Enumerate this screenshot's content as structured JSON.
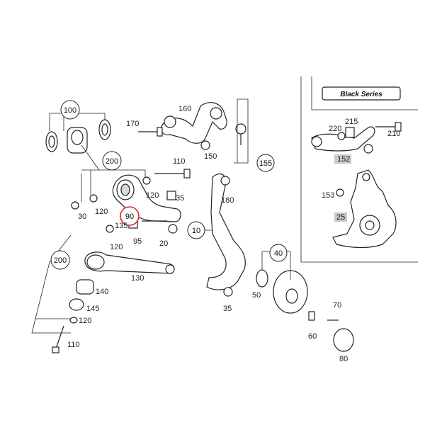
{
  "inset": {
    "series_label": "Black Series"
  },
  "highlight_color": "#d9252b",
  "callouts": {
    "c100": "100",
    "c200a": "200",
    "c200b": "200",
    "c155": "155",
    "c90": "90",
    "c10": "10",
    "c40": "40"
  },
  "labels": {
    "l160": "160",
    "l170": "170",
    "l150": "150",
    "l110a": "110",
    "l120a": "120",
    "l35a": "35",
    "l30": "30",
    "l120b": "120",
    "l180": "180",
    "l135": "135",
    "l95": "95",
    "l20": "20",
    "l120c": "120",
    "l130": "130",
    "l140": "140",
    "l145": "145",
    "l120d": "120",
    "l110b": "110",
    "l35b": "35",
    "l50": "50",
    "l60": "60",
    "l70": "70",
    "l80": "80",
    "l215": "215",
    "l220": "220",
    "l210": "210",
    "l152": "152",
    "l153": "153",
    "l25": "25"
  }
}
